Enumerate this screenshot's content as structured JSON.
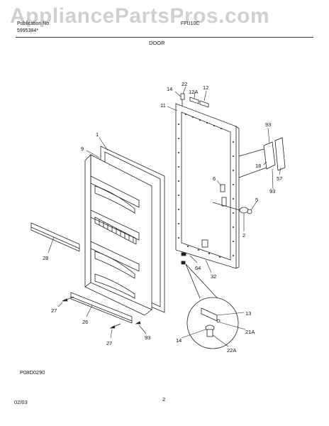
{
  "watermark": "AppliancePartsPros.com",
  "header": {
    "left_line1": "Publication No",
    "left_line2": "5995384*",
    "right_code": "FFU10C",
    "section_title": "DOOR"
  },
  "callouts": [
    "1",
    "9",
    "11",
    "12",
    "12A",
    "14",
    "22",
    "93",
    "18",
    "57",
    "6",
    "5",
    "2",
    "64",
    "32",
    "28",
    "27",
    "26",
    "27",
    "93",
    "13",
    "21A",
    "22A",
    "14"
  ],
  "diagram_code": "P08D0290",
  "footer": {
    "date": "02/03",
    "page_number": "2"
  }
}
